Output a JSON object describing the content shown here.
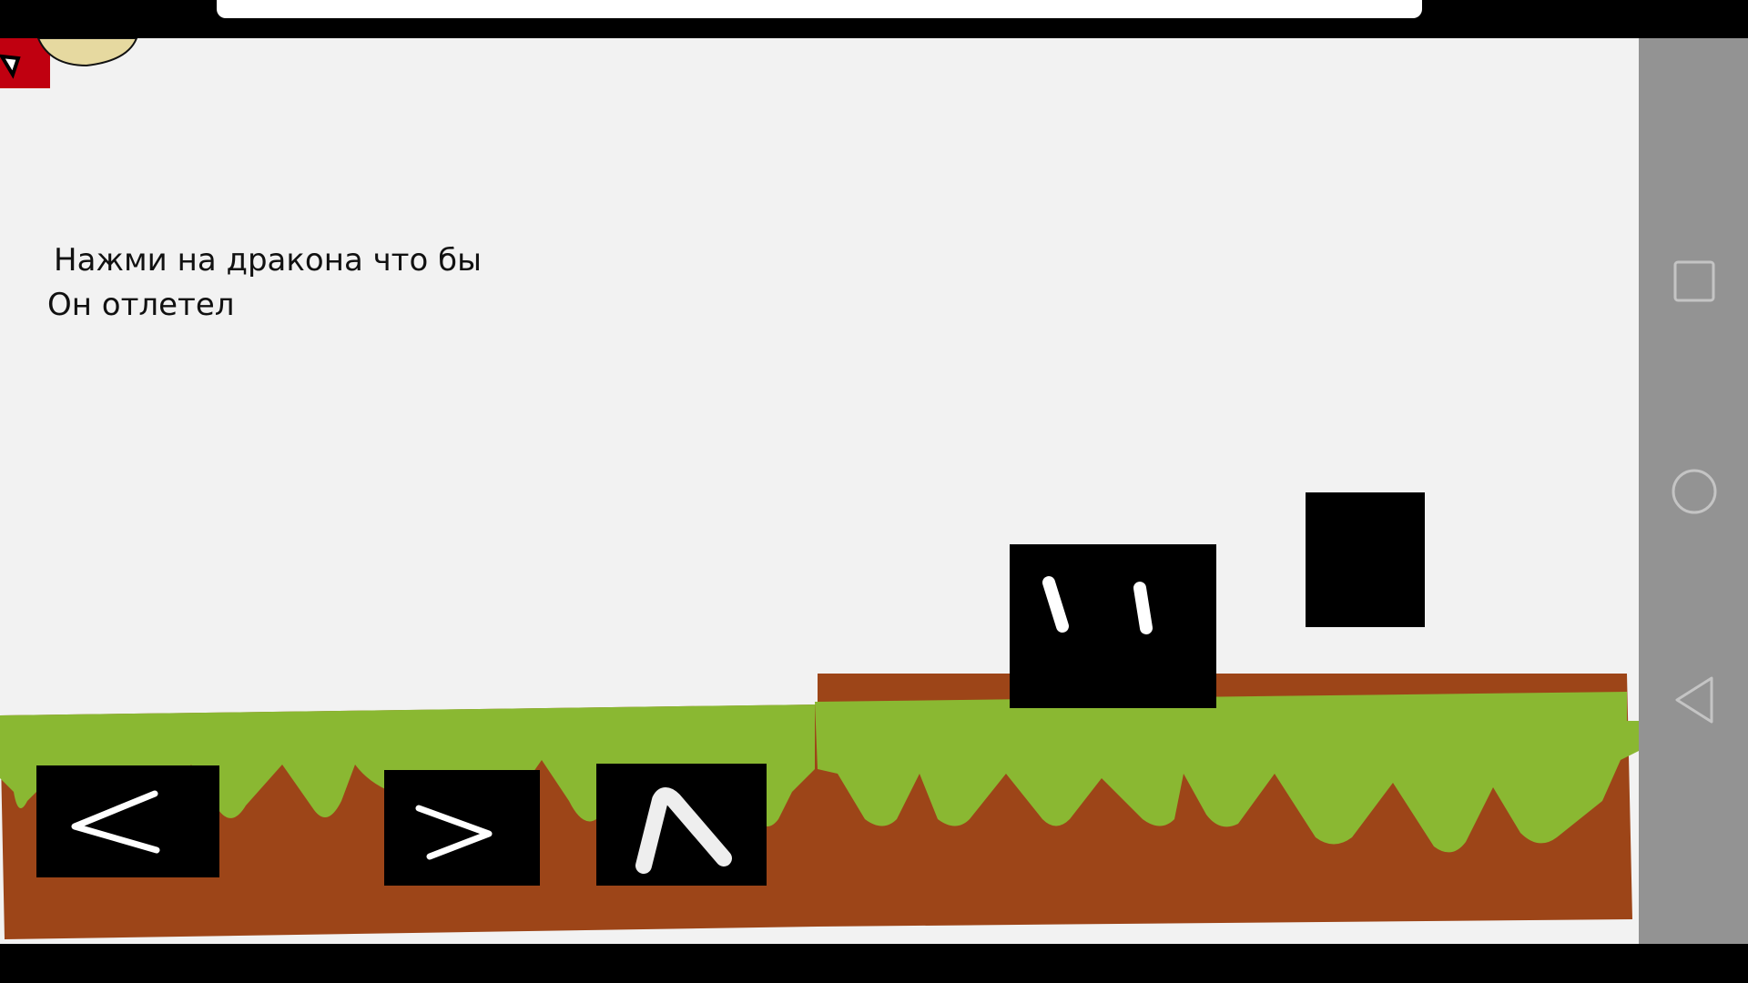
{
  "hint": {
    "line1": "Нажми на дракона что бы",
    "line2": "Он отлетел"
  },
  "controls": {
    "left": "left-arrow",
    "right": "right-arrow",
    "jump": "up-arrow"
  },
  "nav": {
    "recents": "square-icon",
    "home": "circle-icon",
    "back": "triangle-icon"
  },
  "colors": {
    "grass": "#8ab832",
    "dirt": "#9d4518",
    "background": "#f2f2f2",
    "navbar": "#939393",
    "dragon_red": "#c00010",
    "dragon_yellow": "#e6d9a0"
  }
}
